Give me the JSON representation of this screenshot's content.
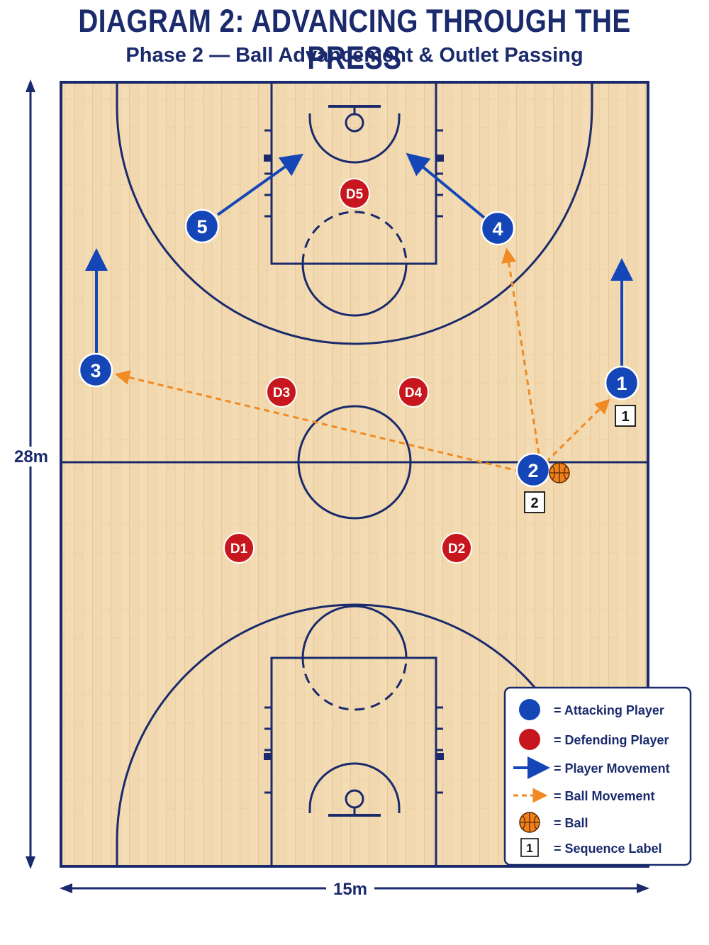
{
  "title": "DIAGRAM 2: ADVANCING THROUGH THE PRESS",
  "subtitle": "Phase 2 — Ball Advancement & Outlet Passing",
  "dimensions": {
    "length": "28m",
    "width": "15m"
  },
  "colors": {
    "court_wood": "#f3dcb4",
    "line": "#1a2a6c",
    "attacker": "#1546b8",
    "defender": "#c8161e",
    "ball_pass": "#f08a24"
  },
  "attackers": [
    {
      "id": "1",
      "label": "1"
    },
    {
      "id": "2",
      "label": "2"
    },
    {
      "id": "3",
      "label": "3"
    },
    {
      "id": "4",
      "label": "4"
    },
    {
      "id": "5",
      "label": "5"
    }
  ],
  "defenders": [
    {
      "id": "D1",
      "label": "D1"
    },
    {
      "id": "D2",
      "label": "D2"
    },
    {
      "id": "D3",
      "label": "D3"
    },
    {
      "id": "D4",
      "label": "D4"
    },
    {
      "id": "D5",
      "label": "D5"
    }
  ],
  "sequence_labels": [
    "1",
    "2"
  ],
  "legend": {
    "attacking_player": "= Attacking Player",
    "defending_player": "= Defending Player",
    "player_movement": "= Player Movement",
    "ball_movement": "= Ball Movement",
    "ball": "= Ball",
    "sequence_label": "= Sequence Label",
    "sequence_sample": "1"
  }
}
